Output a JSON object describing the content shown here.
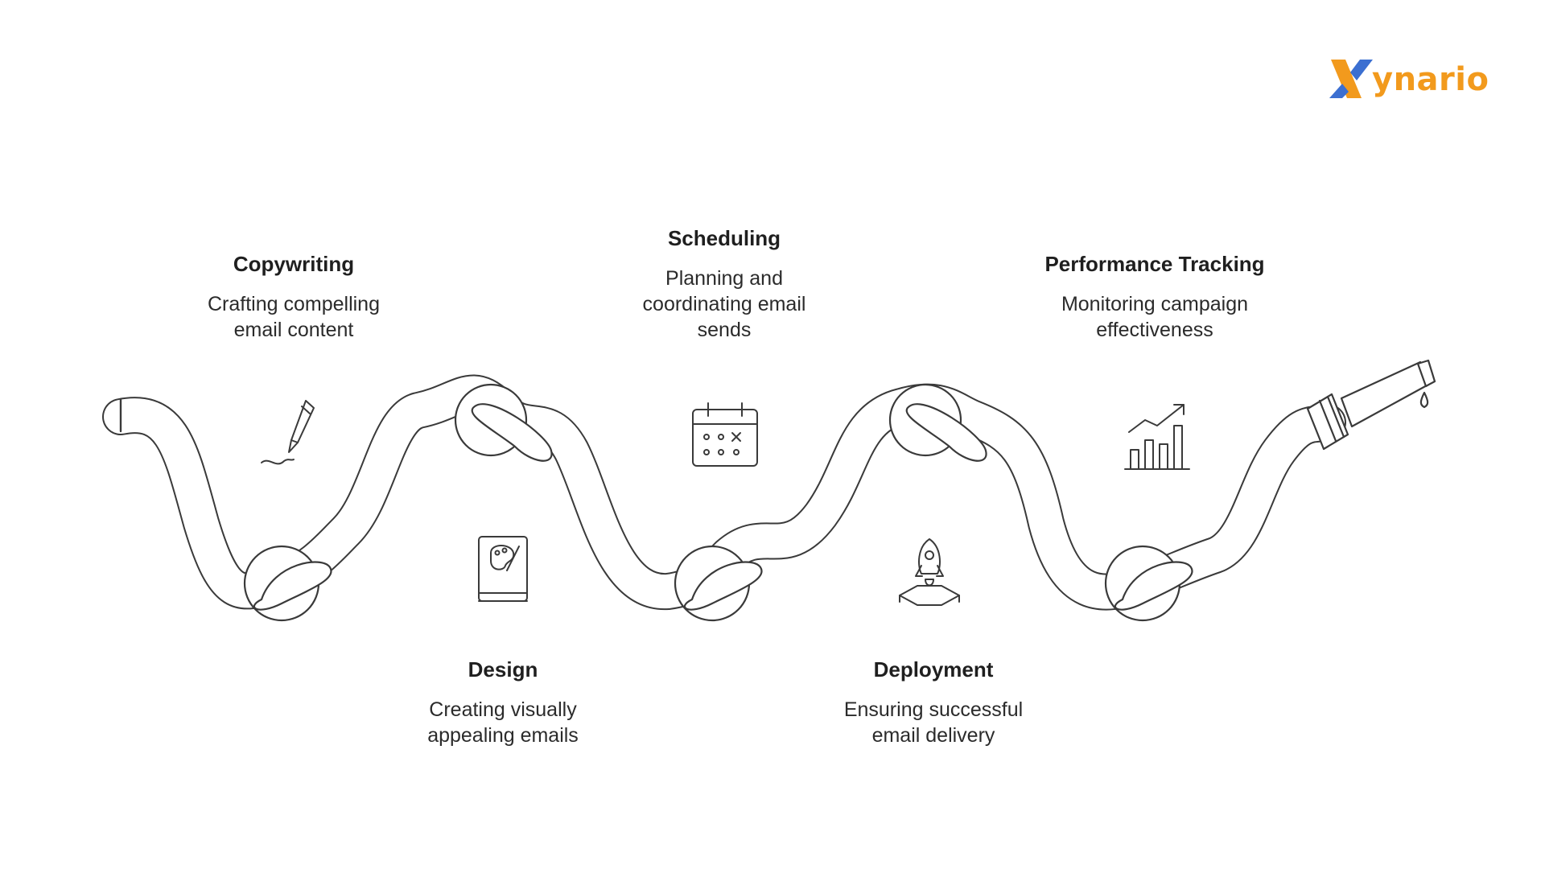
{
  "brand": {
    "name": "ynario",
    "primary": "#f29a1d",
    "secondary": "#3b6fd1"
  },
  "steps": [
    {
      "title": "Copywriting",
      "desc_lines": [
        "Crafting compelling",
        "email content"
      ],
      "icon": "pen-icon"
    },
    {
      "title": "Design",
      "desc_lines": [
        "Creating visually",
        "appealing emails"
      ],
      "icon": "palette-book-icon"
    },
    {
      "title": "Scheduling",
      "desc_lines": [
        "Planning and",
        "coordinating email",
        "sends"
      ],
      "icon": "calendar-icon"
    },
    {
      "title": "Deployment",
      "desc_lines": [
        "Ensuring successful",
        "email delivery"
      ],
      "icon": "rocket-icon"
    },
    {
      "title": "Performance Tracking",
      "desc_lines": [
        "Monitoring campaign",
        "effectiveness"
      ],
      "icon": "growth-chart-icon"
    }
  ],
  "colors": {
    "stroke": "#3a3a3a",
    "fill": "#ffffff"
  }
}
